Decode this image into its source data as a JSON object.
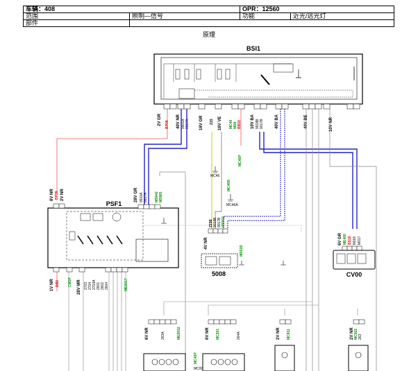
{
  "header": {
    "vehicle": "车辆：408",
    "opr": "OPR：12560",
    "scope_label": "范围",
    "scope_value": "照明—信号",
    "function_label": "功能",
    "function_value": "近光/远光灯",
    "part_label": "部件",
    "part_value": ""
  },
  "principle_label": "原理",
  "components": {
    "bsi": "BSI1",
    "psf": "PSF1",
    "mod5008": "5008",
    "cv00": "CV00"
  },
  "connectors": {
    "bsi_left": "2V GR",
    "bsi_left2": "40V NR",
    "bsi_mid1": "16V GR",
    "bsi_mid2": "16V VE",
    "bsi_right1": "10V BA",
    "bsi_right2": "40V BA",
    "bsi_right3": "40V BE",
    "bsi_right4": "10V NR",
    "psf_top1": "8V NR",
    "psf_top2": "2V NR",
    "psf_left": "28V GR",
    "psf_bottom1": "1V NR",
    "psf_bottom2": "28V MR",
    "m5008": "4V NR",
    "cv00": "6V GR",
    "lamp1": "6V NR",
    "lamp2": "6V NR",
    "lamp3": "2V NR",
    "lamp4": "2V NR"
  },
  "wires": {
    "w_bsi_2": "BP09",
    "w_bsi_9901a": "9901A",
    "w_bsi_9917a": "9917A",
    "w_bsi_z15": "Z15",
    "w_bsi_mc40": "MC40",
    "w_bsi_ms9": "MS9",
    "w_bsi_bb10": "BB10",
    "w_bsi_9918": "9918B",
    "w_bsi_9017": "9017B",
    "w_psf_bp": "BP28",
    "w_psf_9910a": "9910A",
    "w_psf_9917": "9917A",
    "w_psf_ms2": "MS942",
    "w_psf_ms1": "MS981",
    "w_5008_z15": "Z15E",
    "w_5008_b": "9018B",
    "w_5008_c": "9017B",
    "w_5008_ms": "MS932",
    "w_cv_me": "ME400",
    "w_cv_bs": "BS10",
    "w_cv_n": "N018",
    "w_cv_m": "M017",
    "w_psf_b1": "BB2",
    "w_psf_b2": "CM1P",
    "w_psf_270": "2703",
    "w_psf_2704": "2704",
    "w_psf_2703": "2703A",
    "w_psf_2601": "2601",
    "w_psf_2602": "2602",
    "w_psf_2604": "2604",
    "w_psf_me": "ME0017",
    "w_mc46": "MC46",
    "w_mc46b": "MC46A",
    "w_mc46c": "MC46P",
    "w_ms00": "MC46B",
    "w_ms51": "MS51B",
    "w_l1a": "263A",
    "w_l1b": "ME0032",
    "w_l2a": "MC201",
    "w_l2b": "264A",
    "w_l3a": "MC811",
    "w_l4a": "MC932",
    "w_l4b": "263",
    "w_mc45p": "MC45P",
    "w_mc00": "MC00"
  }
}
